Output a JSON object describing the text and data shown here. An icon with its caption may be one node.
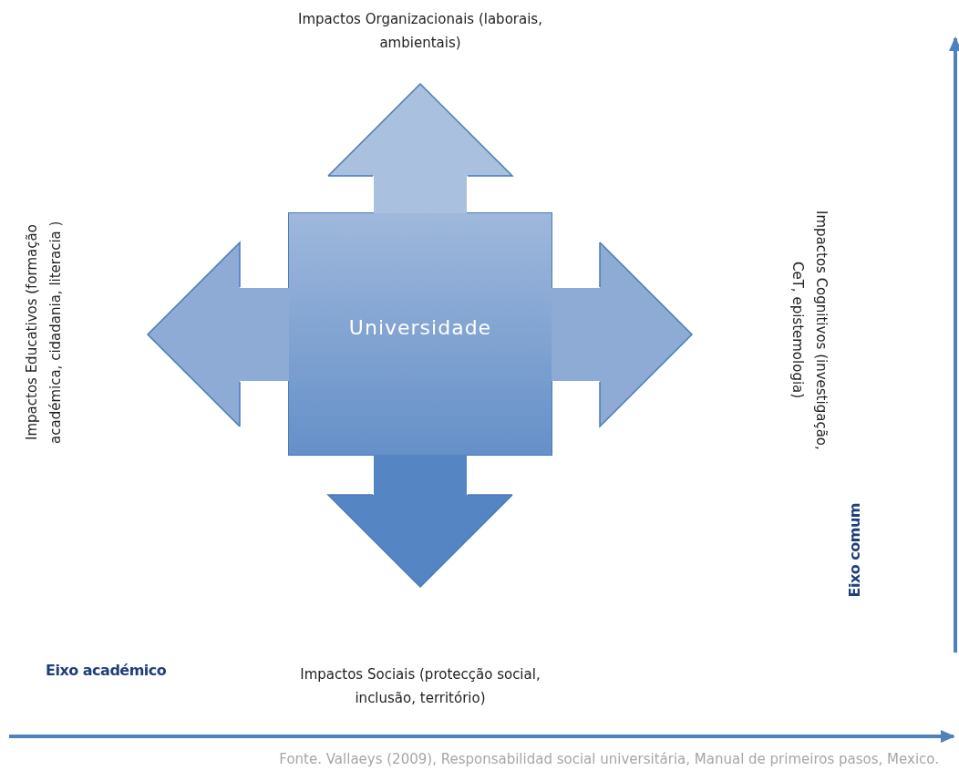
{
  "diagram": {
    "caption": "Fonte. Vallaeys (2009), Responsabilidad social universitária, Manual de primeiros pasos, Mexico.",
    "nodes": [
      {
        "text": [
          "Universidade"
        ]
      },
      {
        "text": [
          "Impactos Organizacionais (laborais, ambientais)"
        ]
      },
      {
        "text": [
          "Impactos Educativos (formação académica, cidadania, literacia )"
        ]
      },
      {
        "text": [
          "Impactos Cognitivos (investigação, CeT, epistemologia)"
        ]
      },
      {
        "text": [
          "Impactos Sociais (protecção social, inclusão, território)"
        ]
      }
    ],
    "edges": [
      {
        "from": 0,
        "to": 1,
        "arrow": "to"
      },
      {
        "from": 0,
        "to": 2,
        "arrow": "to"
      },
      {
        "from": 0,
        "to": 3,
        "arrow": "to"
      },
      {
        "from": 0,
        "to": 4,
        "arrow": "to"
      }
    ],
    "labels": [
      "Eixo académico",
      "Eixo comum"
    ]
  }
}
